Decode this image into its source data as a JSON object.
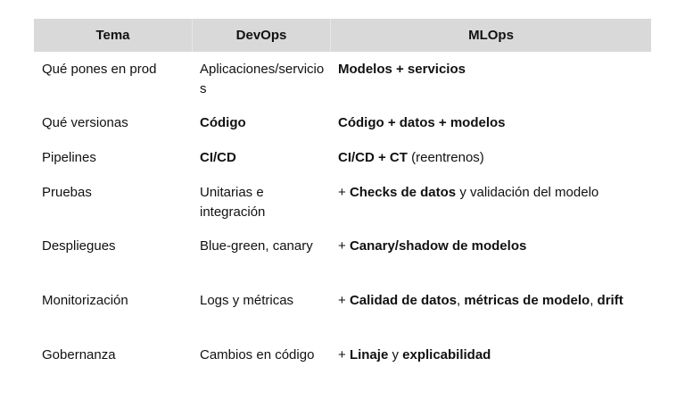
{
  "table": {
    "headers": [
      "Tema",
      "DevOps",
      "MLOps"
    ],
    "rows": [
      {
        "tema": "Qué pones en prod",
        "devops": "Aplicaciones/servicios",
        "devops_bold": false,
        "mlops": [
          {
            "t": "Modelos + servicios",
            "b": true
          }
        ]
      },
      {
        "tema": "Qué versionas",
        "devops": "Código",
        "devops_bold": true,
        "mlops": [
          {
            "t": "Código + datos + modelos",
            "b": true
          }
        ]
      },
      {
        "tema": "Pipelines",
        "devops": "CI/CD",
        "devops_bold": true,
        "mlops": [
          {
            "t": "CI/CD + CT",
            "b": true
          },
          {
            "t": " (reentrenos)",
            "b": false
          }
        ]
      },
      {
        "tema": "Pruebas",
        "devops": "Unitarias e integración",
        "devops_bold": false,
        "mlops": [
          {
            "t": "+ ",
            "b": false
          },
          {
            "t": "Checks de datos",
            "b": true
          },
          {
            "t": " y validación del modelo",
            "b": false
          }
        ]
      },
      {
        "tema": "Despliegues",
        "devops": "Blue-green, canary",
        "devops_bold": false,
        "mlops": [
          {
            "t": "+ ",
            "b": false
          },
          {
            "t": "Canary/shadow de modelos",
            "b": true
          }
        ]
      },
      {
        "tema": "Monitorización",
        "devops": "Logs y métricas",
        "devops_bold": false,
        "mlops": [
          {
            "t": "+ ",
            "b": false
          },
          {
            "t": "Calidad de datos",
            "b": true
          },
          {
            "t": ", ",
            "b": false
          },
          {
            "t": "métricas de modelo",
            "b": true
          },
          {
            "t": ", ",
            "b": false
          },
          {
            "t": "drift",
            "b": true
          }
        ]
      },
      {
        "tema": "Gobernanza",
        "devops": "Cambios en código",
        "devops_bold": false,
        "mlops": [
          {
            "t": "+ ",
            "b": false
          },
          {
            "t": "Linaje",
            "b": true
          },
          {
            "t": " y ",
            "b": false
          },
          {
            "t": "explicabilidad",
            "b": true
          }
        ]
      }
    ]
  },
  "colors": {
    "header_bg": "#d9d9d9",
    "text": "#111111",
    "background": "#ffffff"
  }
}
